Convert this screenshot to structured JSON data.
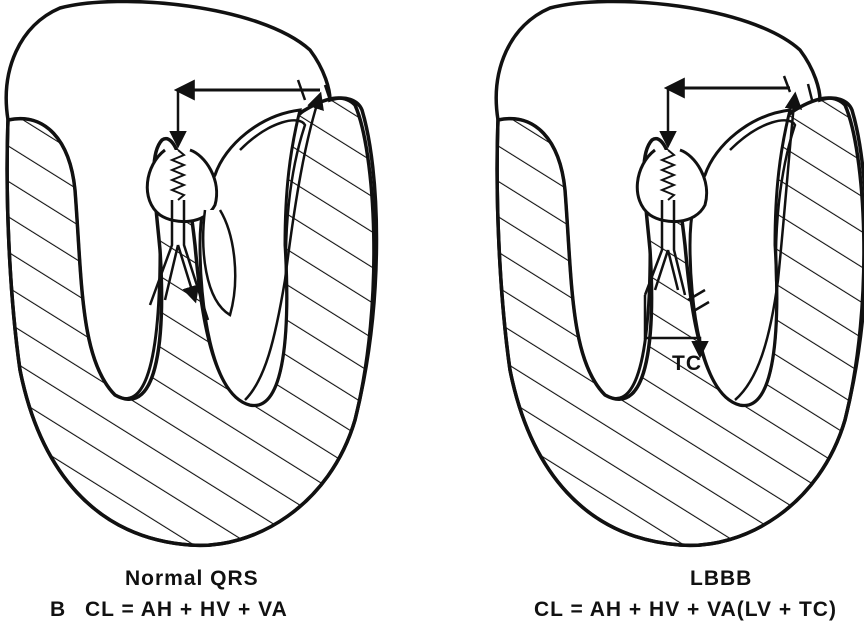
{
  "figure": {
    "panel_letter": "B",
    "left": {
      "title": "Normal QRS",
      "formula": "CL = AH + HV + VA"
    },
    "right": {
      "title": "LBBB",
      "formula": "CL = AH + HV + VA(LV + TC)",
      "tc_label": "TC"
    }
  },
  "colors": {
    "ink": "#111111",
    "background": "#ffffff"
  }
}
